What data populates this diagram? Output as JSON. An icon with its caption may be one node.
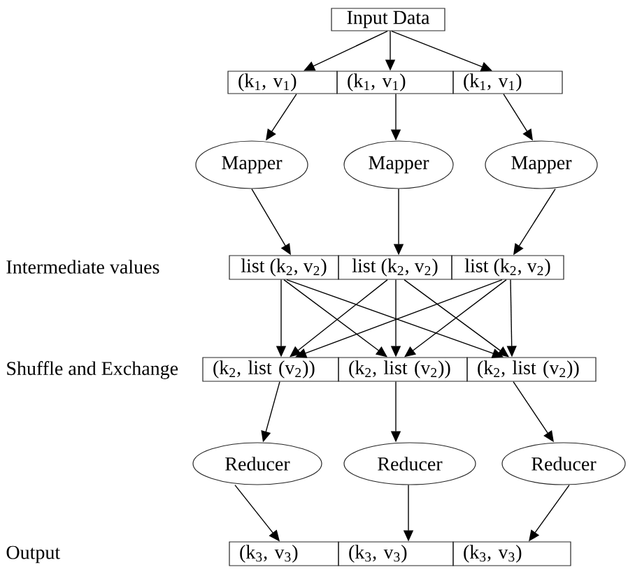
{
  "diagram": {
    "nodes": [
      {
        "text": [
          "Input Data"
        ]
      },
      {
        "text": [
          "(k$_{1}$, v$_{1}$)"
        ]
      },
      {
        "text": [
          "(k$_{1}$, v$_{1}$)"
        ]
      },
      {
        "text": [
          "(k$_{1}$, v$_{1}$)"
        ]
      },
      {
        "text": [
          "Mapper"
        ]
      },
      {
        "text": [
          "Mapper"
        ]
      },
      {
        "text": [
          "Mapper"
        ]
      },
      {
        "text": [
          "list (k$_{2}$, v$_{2}$)"
        ]
      },
      {
        "text": [
          "list (k$_{2}$, v$_{2}$)"
        ]
      },
      {
        "text": [
          "list (k$_{2}$, v$_{2}$)"
        ]
      },
      {
        "text": [
          "(k$_{2}$, list (v$_{2}$))"
        ]
      },
      {
        "text": [
          "(k$_{2}$, list (v$_{2}$))"
        ]
      },
      {
        "text": [
          "(k$_{2}$, list (v$_{2}$))"
        ]
      },
      {
        "text": [
          "Reducer"
        ]
      },
      {
        "text": [
          "Reducer"
        ]
      },
      {
        "text": [
          "Reducer"
        ]
      },
      {
        "text": [
          "(k$_{3}$, v$_{3}$)"
        ]
      },
      {
        "text": [
          "(k$_{3}$, v$_{3}$)"
        ]
      },
      {
        "text": [
          "(k$_{3}$, v$_{3}$)"
        ]
      }
    ],
    "edges": [
      {
        "from": 0,
        "to": 1,
        "arrow": "to"
      },
      {
        "from": 0,
        "to": 2,
        "arrow": "to"
      },
      {
        "from": 0,
        "to": 3,
        "arrow": "to"
      },
      {
        "from": 1,
        "to": 4,
        "arrow": "to"
      },
      {
        "from": 2,
        "to": 5,
        "arrow": "to"
      },
      {
        "from": 3,
        "to": 6,
        "arrow": "to"
      },
      {
        "from": 4,
        "to": 7,
        "arrow": "to"
      },
      {
        "from": 5,
        "to": 8,
        "arrow": "to"
      },
      {
        "from": 6,
        "to": 9,
        "arrow": "to"
      },
      {
        "from": 7,
        "to": 10,
        "arrow": "to"
      },
      {
        "from": 7,
        "to": 11,
        "arrow": "to"
      },
      {
        "from": 7,
        "to": 12,
        "arrow": "to"
      },
      {
        "from": 8,
        "to": 10,
        "arrow": "to"
      },
      {
        "from": 8,
        "to": 11,
        "arrow": "to"
      },
      {
        "from": 8,
        "to": 12,
        "arrow": "to"
      },
      {
        "from": 9,
        "to": 10,
        "arrow": "to"
      },
      {
        "from": 9,
        "to": 11,
        "arrow": "to"
      },
      {
        "from": 9,
        "to": 12,
        "arrow": "to"
      },
      {
        "from": 10,
        "to": 13,
        "arrow": "to"
      },
      {
        "from": 11,
        "to": 14,
        "arrow": "to"
      },
      {
        "from": 12,
        "to": 15,
        "arrow": "to"
      },
      {
        "from": 13,
        "to": 16,
        "arrow": "to"
      },
      {
        "from": 14,
        "to": 17,
        "arrow": "to"
      },
      {
        "from": 15,
        "to": 18,
        "arrow": "to"
      }
    ],
    "labels": [
      "Intermediate values",
      "Shuffle and Exchange",
      "Output"
    ]
  }
}
